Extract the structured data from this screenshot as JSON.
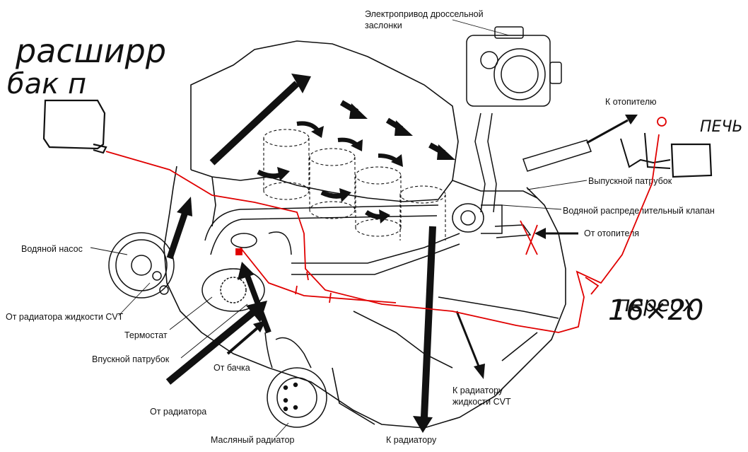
{
  "labels": {
    "throttle_1": "Электропривод дроссельной",
    "throttle_2": "заслонки",
    "to_heater": "К отопителю",
    "outlet_pipe": "Выпускной патрубок",
    "water_valve": "Водяной распределительный клапан",
    "from_heater": "От отопителя",
    "water_pump": "Водяной насос",
    "from_cvt_radiator": "От радиатора жидкости CVT",
    "thermostat": "Термостат",
    "inlet_pipe": "Впускной патрубок",
    "from_tank": "От бачка",
    "from_radiator": "От радиатора",
    "oil_cooler": "Масляный радиатор",
    "to_radiator": "К радиатору",
    "to_cvt_radiator_1": "К радиатору",
    "to_cvt_radiator_2": "жидкости CVT"
  },
  "handwritten": {
    "expansion_1": "расширр",
    "expansion_2": "бак п",
    "stove": "ПЕЧЬ",
    "tee_1": "переох",
    "tee_2": "16×20"
  },
  "colors": {
    "ink": "#111111",
    "annotation_red": "#e00000",
    "background": "#ffffff"
  }
}
